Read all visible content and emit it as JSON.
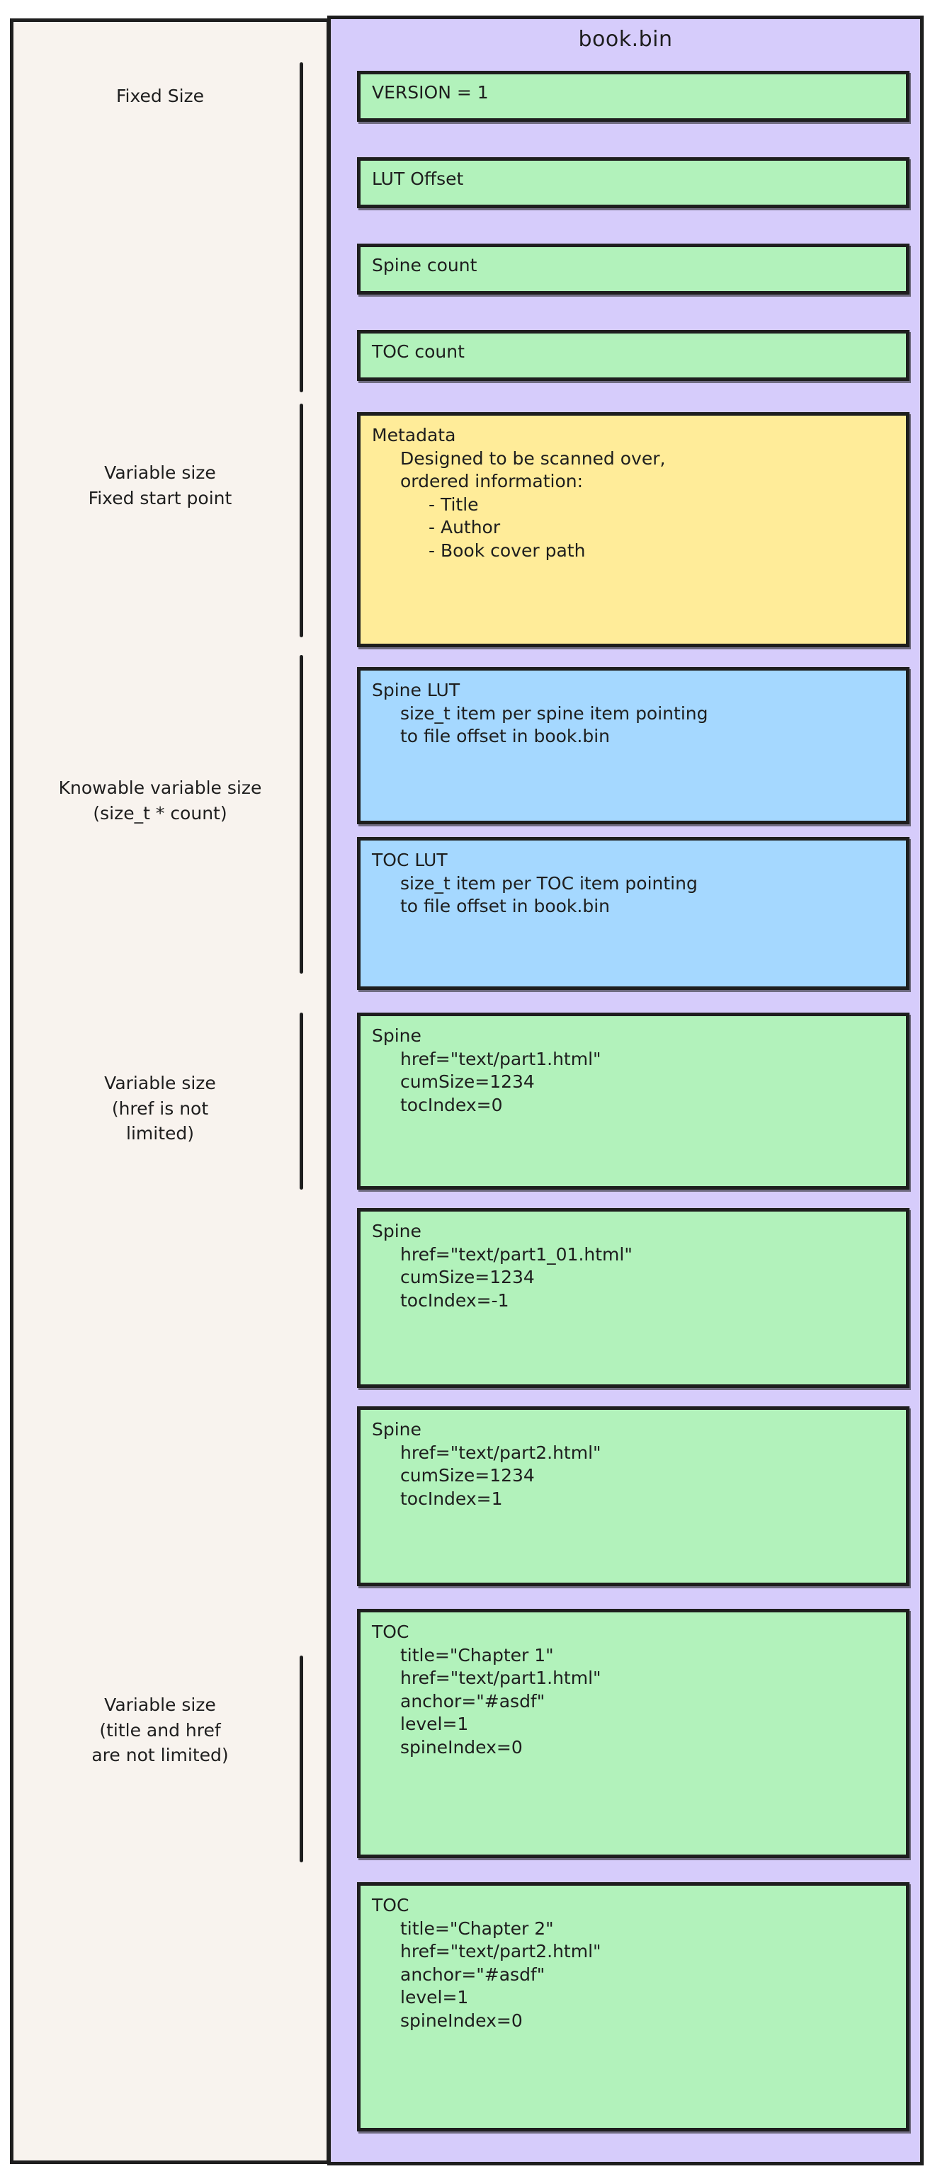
{
  "title": "book.bin",
  "colors": {
    "page_background": "#ffffff",
    "left_panel": "#f8f3ee",
    "right_panel": "#d6ccfb",
    "green_box": "#b2f2bb",
    "yellow_box": "#ffec99",
    "blue_box": "#a5d8ff",
    "stroke": "#1e1e1e"
  },
  "groups": [
    {
      "id": "fixed-size",
      "lines": [
        "Fixed Size"
      ]
    },
    {
      "id": "variable-fixed-start",
      "lines": [
        "Variable size",
        "Fixed start point"
      ]
    },
    {
      "id": "knowable-variable",
      "lines": [
        "Knowable variable size",
        "(size_t * count)"
      ]
    },
    {
      "id": "variable-href",
      "lines": [
        "Variable size",
        "(href is not",
        "limited)"
      ]
    },
    {
      "id": "variable-title-href",
      "lines": [
        "Variable size",
        "(title and href",
        "are not limited)"
      ]
    }
  ],
  "boxes": [
    {
      "id": "version",
      "color": "green",
      "lines": [
        "VERSION = 1"
      ]
    },
    {
      "id": "lut-offset",
      "color": "green",
      "lines": [
        "LUT Offset"
      ]
    },
    {
      "id": "spine-count",
      "color": "green",
      "lines": [
        "Spine count"
      ]
    },
    {
      "id": "toc-count",
      "color": "green",
      "lines": [
        "TOC count"
      ]
    },
    {
      "id": "metadata",
      "color": "yellow",
      "head": "Metadata",
      "sub": [
        "Designed to be scanned over,",
        "ordered information:"
      ],
      "sub2": [
        "- Title",
        "- Author",
        "- Book cover path"
      ]
    },
    {
      "id": "spine-lut",
      "color": "blue",
      "head": "Spine LUT",
      "sub": [
        "size_t item per spine item pointing",
        "to file offset in book.bin"
      ]
    },
    {
      "id": "toc-lut",
      "color": "blue",
      "head": "TOC LUT",
      "sub": [
        "size_t item per TOC item pointing",
        "to file offset in book.bin"
      ]
    },
    {
      "id": "spine-1",
      "color": "green",
      "head": "Spine",
      "sub": [
        "href=\"text/part1.html\"",
        "cumSize=1234",
        "tocIndex=0"
      ]
    },
    {
      "id": "spine-2",
      "color": "green",
      "head": "Spine",
      "sub": [
        "href=\"text/part1_01.html\"",
        "cumSize=1234",
        "tocIndex=-1"
      ]
    },
    {
      "id": "spine-3",
      "color": "green",
      "head": "Spine",
      "sub": [
        "href=\"text/part2.html\"",
        "cumSize=1234",
        "tocIndex=1"
      ]
    },
    {
      "id": "toc-1",
      "color": "green",
      "head": "TOC",
      "sub": [
        "title=\"Chapter 1\"",
        "href=\"text/part1.html\"",
        "anchor=\"#asdf\"",
        "level=1",
        "spineIndex=0"
      ]
    },
    {
      "id": "toc-2",
      "color": "green",
      "head": "TOC",
      "sub": [
        "title=\"Chapter 2\"",
        "href=\"text/part2.html\"",
        "anchor=\"#asdf\"",
        "level=1",
        "spineIndex=0"
      ]
    }
  ]
}
